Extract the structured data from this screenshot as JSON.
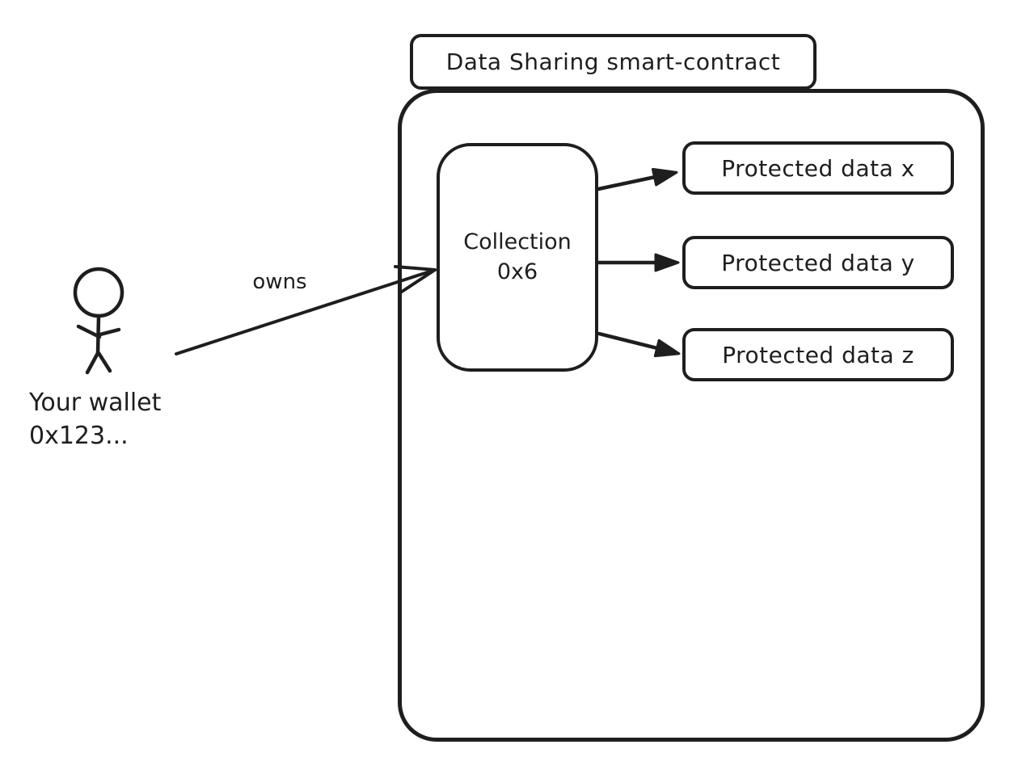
{
  "diagram": {
    "background": "#ffffff",
    "stroke_color": "#1e1e1e",
    "contract": {
      "title": "Data Sharing smart-contract"
    },
    "wallet": {
      "line1": "Your wallet",
      "line2": "0x123..."
    },
    "relation": {
      "label": "owns"
    },
    "collection": {
      "name": "Collection",
      "address": "0x6"
    },
    "protected_data": [
      {
        "label": "Protected data x"
      },
      {
        "label": "Protected data y"
      },
      {
        "label": "Protected data z"
      }
    ]
  }
}
